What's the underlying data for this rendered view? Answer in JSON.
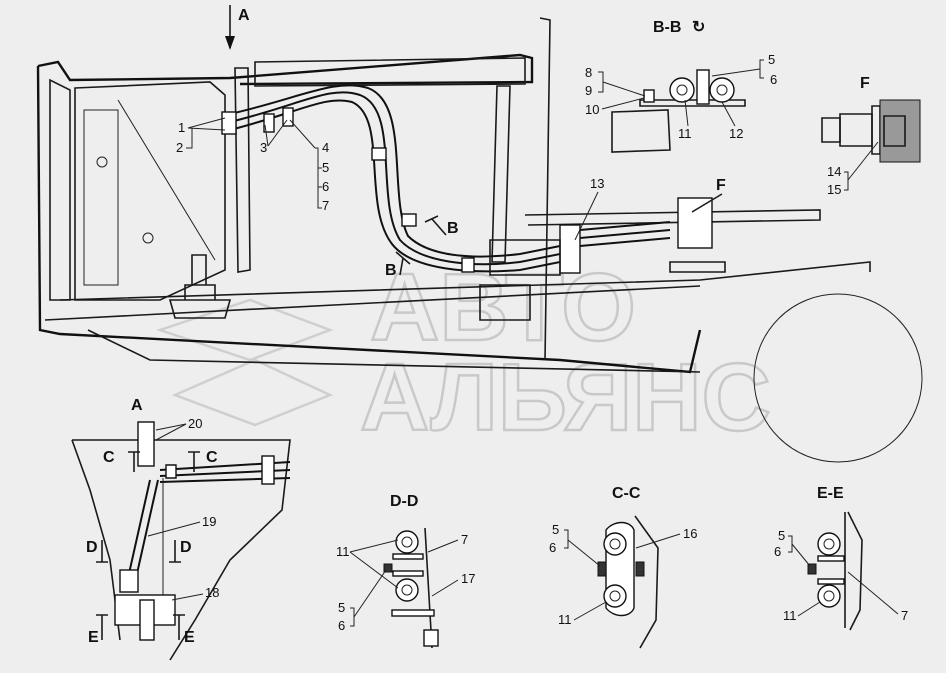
{
  "watermark": {
    "line1": "АВТО",
    "line2": "АЛЬЯНС"
  },
  "section_titles": {
    "view_a_top": "A",
    "view_a": "A",
    "bb": "B-B",
    "f": "F",
    "dd": "D-D",
    "cc": "C-C",
    "ee": "E-E"
  },
  "view_markers": {
    "b_left": "B",
    "b_right": "B",
    "f_main": "F",
    "c_left": "C",
    "c_right": "C",
    "d_left": "D",
    "d_right": "D",
    "e_left": "E",
    "e_right": "E",
    "rotate_symbol": "↻"
  },
  "callouts": {
    "main": [
      "1",
      "2",
      "3",
      "4",
      "5",
      "6",
      "7",
      "13"
    ],
    "bb": [
      "8",
      "9",
      "10",
      "11",
      "12",
      "5",
      "6"
    ],
    "f": [
      "14",
      "15"
    ],
    "view_a": [
      "20",
      "19",
      "18"
    ],
    "dd": [
      "11",
      "7",
      "17",
      "5",
      "6"
    ],
    "cc": [
      "5",
      "6",
      "16",
      "11"
    ],
    "ee": [
      "5",
      "6",
      "11",
      "7"
    ]
  }
}
